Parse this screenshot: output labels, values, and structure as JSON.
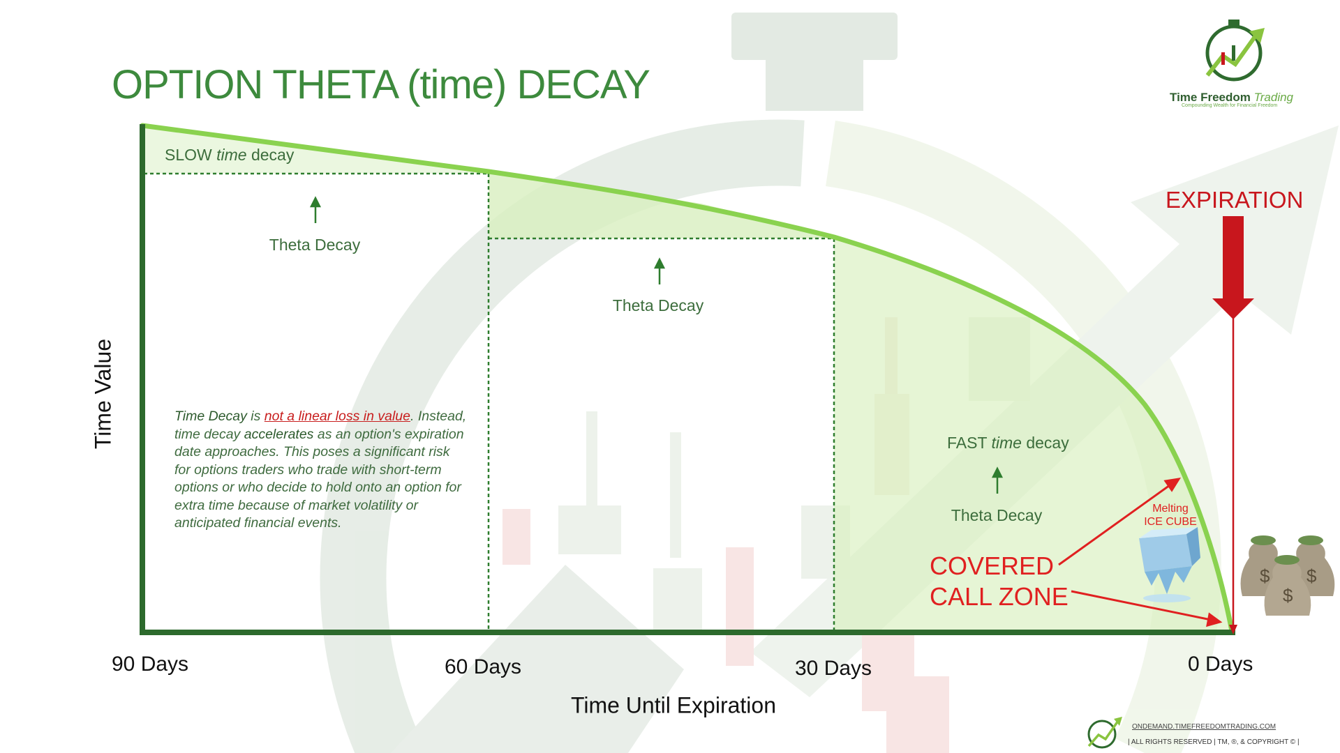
{
  "title": "OPTION THETA (time) DECAY",
  "brand": {
    "name": "Time Freedom",
    "name_suffix": "Trading",
    "tagline": "Compounding Wealth for Financial Freedom",
    "logo_icon": "stopwatch-chart-arrow-icon"
  },
  "axes": {
    "y_label": "Time Value",
    "x_label": "Time Until Expiration",
    "x_ticks": [
      "90 Days",
      "60 Days",
      "30 Days",
      "0 Days"
    ]
  },
  "zones": {
    "slow_prefix": "SLOW ",
    "slow_em": "time",
    "slow_suffix": " decay",
    "fast_prefix": "FAST ",
    "fast_em": "time",
    "fast_suffix": " decay",
    "theta_label": "Theta Decay"
  },
  "description": {
    "p1": "Time Decay",
    "p2": " is ",
    "p3": "not a linear loss in value",
    "p4": ". Instead, time decay ",
    "p5": "accelerates",
    "p6": " as an option's expiration date approaches. This poses a significant risk for options traders who trade with short-term options or who decide to hold onto an option for extra time because of market volatility or anticipated financial events."
  },
  "expiration_label": "EXPIRATION",
  "covered_call": {
    "line1": "COVERED",
    "line2": "CALL ZONE"
  },
  "melting": {
    "line1": "Melting",
    "line2": "ICE CUBE",
    "icon": "melting-ice-cube-icon"
  },
  "money_icon": "money-bags-icon",
  "footer": {
    "url": "ONDEMAND.TIMEFREEDOMTRADING.COM",
    "rights": "| ALL RIGHTS RESERVED | TM, ®, & COPYRIGHT © |"
  },
  "colors": {
    "curve": "#8ad24f",
    "axis": "#2d6a2d",
    "fill_light": "#e9f6dd",
    "fill_mid": "#d8efbf",
    "expiration_red": "#c8161d",
    "covered_call_red": "#e02020",
    "title_green": "#3d8a3d"
  },
  "chart_data": {
    "type": "area",
    "x": [
      90,
      60,
      30,
      0
    ],
    "x_labels": [
      "90 Days",
      "60 Days",
      "30 Days",
      "0 Days"
    ],
    "y_label": "Time Value",
    "x_label": "Time Until Expiration",
    "curve_shape": "accelerating decay toward expiration",
    "xlim": [
      90,
      0
    ]
  }
}
